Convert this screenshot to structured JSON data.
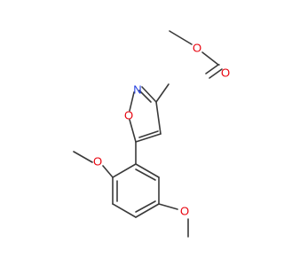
{
  "molecule": {
    "atoms": {
      "o_carbonyl": "O",
      "o_ester": "O",
      "n_ring": "N",
      "o_ring": "O",
      "o_methoxy_1": "O",
      "o_methoxy_2": "O"
    },
    "colors": {
      "bond": "#3a3a3a",
      "oxygen": "#e8000b",
      "nitrogen": "#1f3ce0"
    }
  }
}
